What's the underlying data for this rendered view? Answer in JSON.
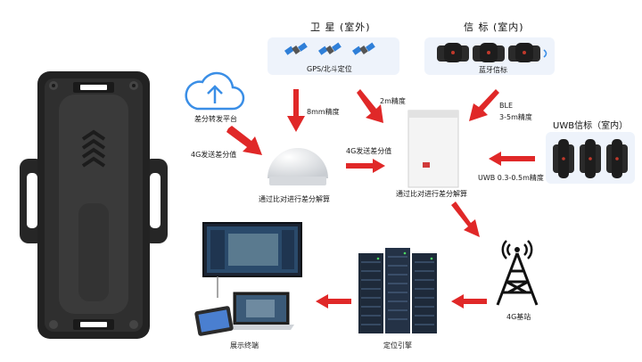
{
  "satellite_panel": {
    "title": "卫 星 (室外)",
    "caption": "GPS/北斗定位"
  },
  "beacon_panel": {
    "title": "信 标 (室内)",
    "caption": "蓝牙信标"
  },
  "uwb_panel": {
    "title": "UWB信标（室内）"
  },
  "cloud": {
    "label": "差分转发平台"
  },
  "labels": {
    "cloud_to_dome": "4G发送差分值",
    "sat_to_dome": "8mm精度",
    "sat_to_base": "2m精度",
    "ble": "BLE",
    "ble_precision": "3-5m精度",
    "dome_to_base": "4G发送差分值",
    "uwb_precision": "UWB 0.3-0.5m精度",
    "dome_caption": "通过比对进行差分解算",
    "base_caption": "通过比对进行差分解算",
    "tower": "4G基站",
    "server": "定位引擎",
    "display": "展示终端"
  },
  "colors": {
    "arrow": "#e02828",
    "panel_bg": "#eef3fb",
    "device_dark": "#2b2b2b",
    "cloud_blue": "#3a8ee6"
  }
}
